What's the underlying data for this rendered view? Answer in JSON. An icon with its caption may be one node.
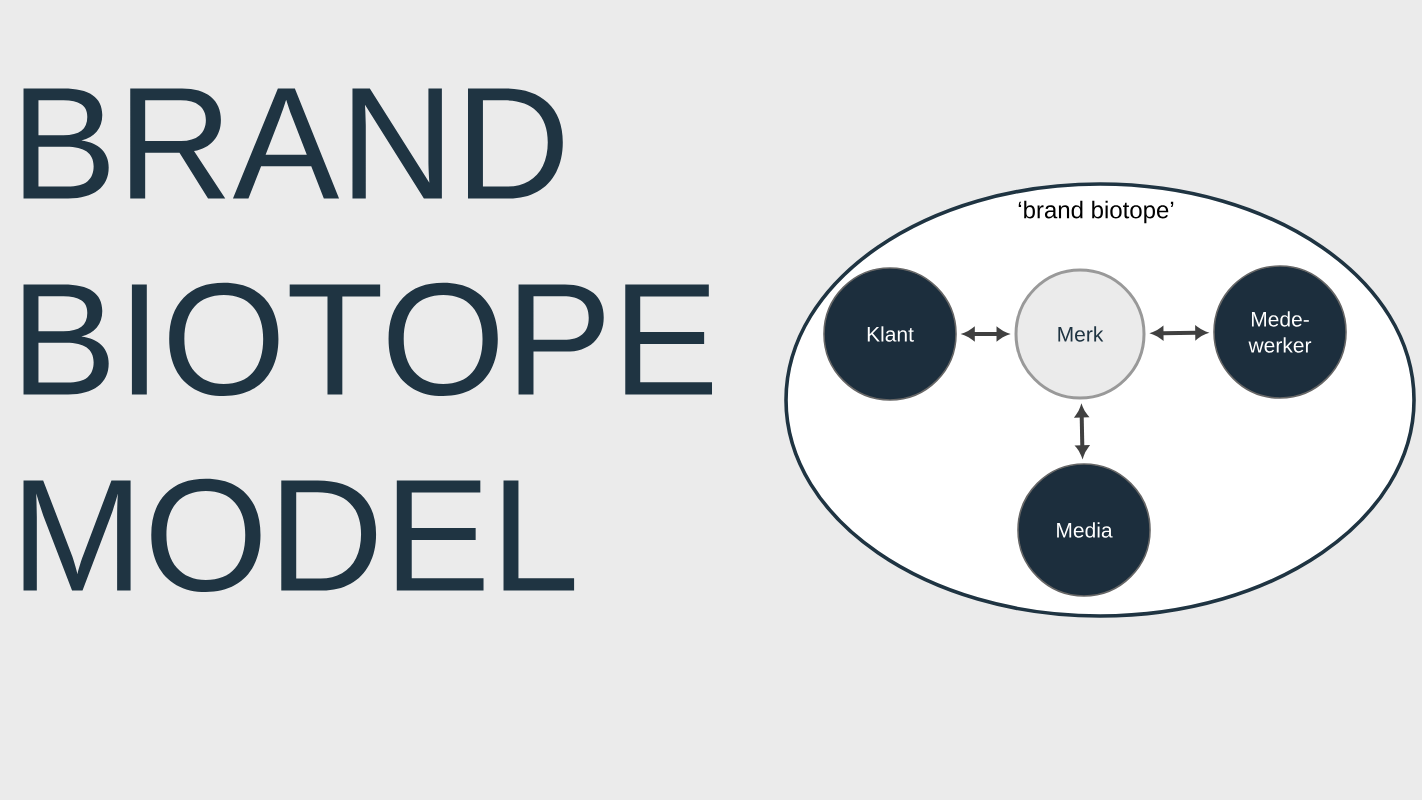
{
  "diagram": {
    "title": "BRAND BIOTOPE MODEL",
    "nodes": [
      {
        "text": [
          "‘brand biotope’"
        ]
      },
      {
        "text": [
          "Klant"
        ],
        "in": 0
      },
      {
        "text": [
          "Merk"
        ],
        "in": 0
      },
      {
        "text": [
          "Mede- werker"
        ],
        "in": 0
      },
      {
        "text": [
          "Media"
        ],
        "in": 0
      }
    ],
    "edges": [
      {
        "from": 1,
        "to": 2,
        "arrow": "both"
      },
      {
        "from": 2,
        "to": 3,
        "arrow": "both"
      },
      {
        "from": 2,
        "to": 4,
        "arrow": "both"
      }
    ]
  }
}
